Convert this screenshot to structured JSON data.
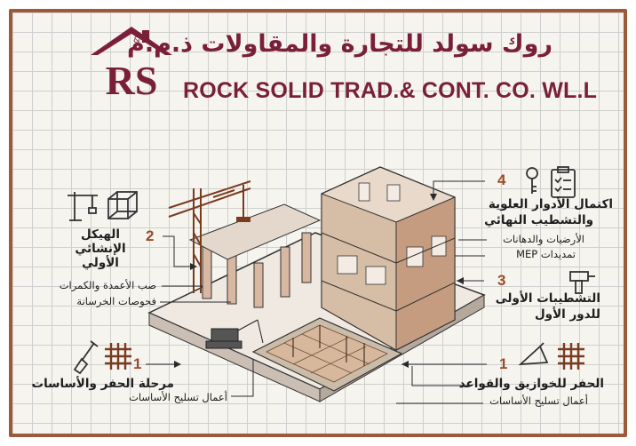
{
  "company": {
    "arabic_name": "روك سولد  للتجارة والمقاولات ذ.م.م",
    "english_name": "ROCK SOLID TRAD.& CONT. CO. WL.L",
    "logo_text": "RS"
  },
  "left_stages": [
    {
      "number": "2",
      "title": "الهيكل الإنشائي الأولي",
      "items": [
        "صب الأعمدة والكمرات",
        "فحوصات الخرسانة"
      ]
    },
    {
      "number": "1",
      "title": "مرحلة الحفر والأساسات",
      "items": [
        "أعمال تسليح الأساسات"
      ]
    }
  ],
  "right_stages": [
    {
      "number": "4",
      "title_line1": "اكتمال الأدوار العلوية",
      "title_line2": "والتشطيب النهائي",
      "items": [
        "الأرضيات والدهانات",
        "تمديدات MEP"
      ]
    },
    {
      "number": "3",
      "title_line1": "التشطيبات الأولى",
      "title_line2": "للدور الأول",
      "items": []
    },
    {
      "number": "1",
      "title_line1": "الحفر للخوازيق والقواعد",
      "title_line2": "",
      "items": [
        "أعمال تسليح الأساسات"
      ]
    }
  ],
  "icons": [
    "crane-icon",
    "cube-frame-icon",
    "clipboard-icon",
    "key-icon",
    "drill-icon",
    "trowel-icon",
    "shovel-icon",
    "rebar-grid-icon"
  ],
  "colors": {
    "brand": "#7a1f3a",
    "frame": "#9b5a3a",
    "accent": "#9b4a2a"
  }
}
